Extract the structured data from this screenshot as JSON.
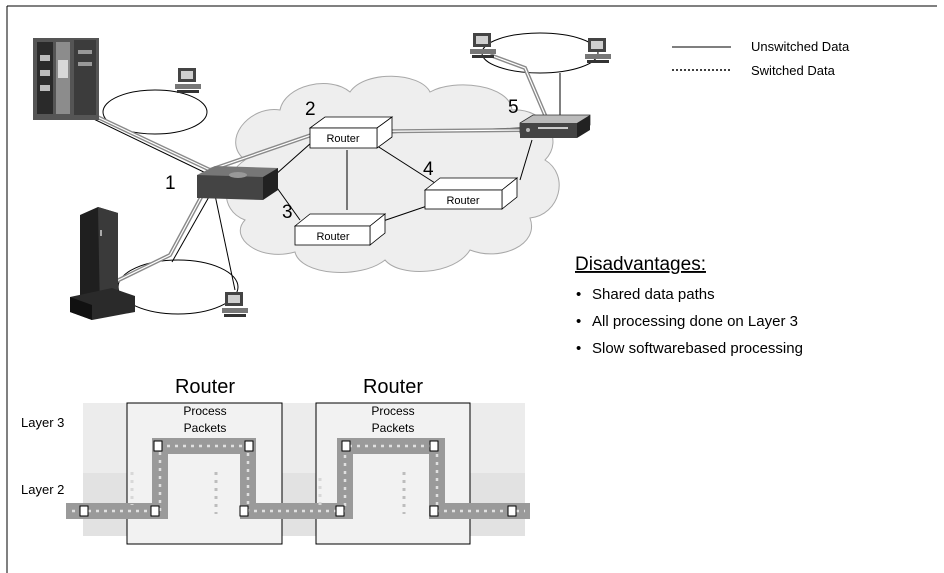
{
  "legend": {
    "unswitched": "Unswitched Data",
    "switched": "Switched Data"
  },
  "nodes": {
    "n1": "1",
    "n2": "2",
    "n3": "3",
    "n4": "4",
    "n5": "5"
  },
  "routers": {
    "r2": "Router",
    "r3": "Router",
    "r4": "Router"
  },
  "disadvantages": {
    "title": "Disadvantages:",
    "items": [
      "Shared data paths",
      "All processing done on Layer 3",
      "Slow softwarebased processing"
    ],
    "bullet": "•"
  },
  "layers": {
    "layer3": "Layer 3",
    "layer2": "Layer 2"
  },
  "bottom_routers": [
    {
      "title": "Router",
      "line1": "Process",
      "line2": "Packets"
    },
    {
      "title": "Router",
      "line1": "Process",
      "line2": "Packets"
    }
  ],
  "colors": {
    "cloud": "#ededed",
    "path": "#9a9a9a",
    "device": "#555555",
    "layer_band": "#ececec"
  }
}
